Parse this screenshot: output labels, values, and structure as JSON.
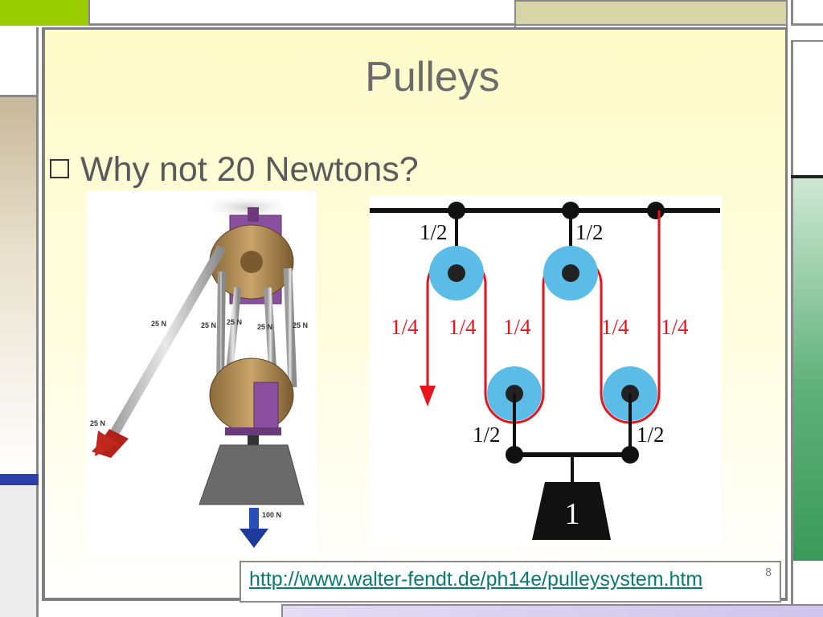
{
  "slide": {
    "title": "Pulleys",
    "bullet": "Why not 20 Newtons?",
    "link": "http://www.walter-fendt.de/ph14e/pulleysystem.htm",
    "slide_number": "8"
  },
  "photo_labels": {
    "rope_left": "25 N",
    "rope_mid1": "25 N",
    "rope_mid2": "25 N",
    "rope_mid3": "25 N",
    "rope_right": "25 N",
    "pull_force": "25 N",
    "weight_force": "100 N"
  },
  "diagram": {
    "top_left": "1/2",
    "top_right": "1/2",
    "seg1": "1/4",
    "seg2": "1/4",
    "seg3": "1/4",
    "seg4": "1/4",
    "seg5": "1/4",
    "bottom_left": "1/2",
    "bottom_right": "1/2",
    "weight": "1"
  },
  "colors": {
    "accent_green": "#99cc00",
    "rope_red": "#e8141c",
    "pulley_blue": "#5bbce8",
    "link_teal": "#0b7a75"
  }
}
